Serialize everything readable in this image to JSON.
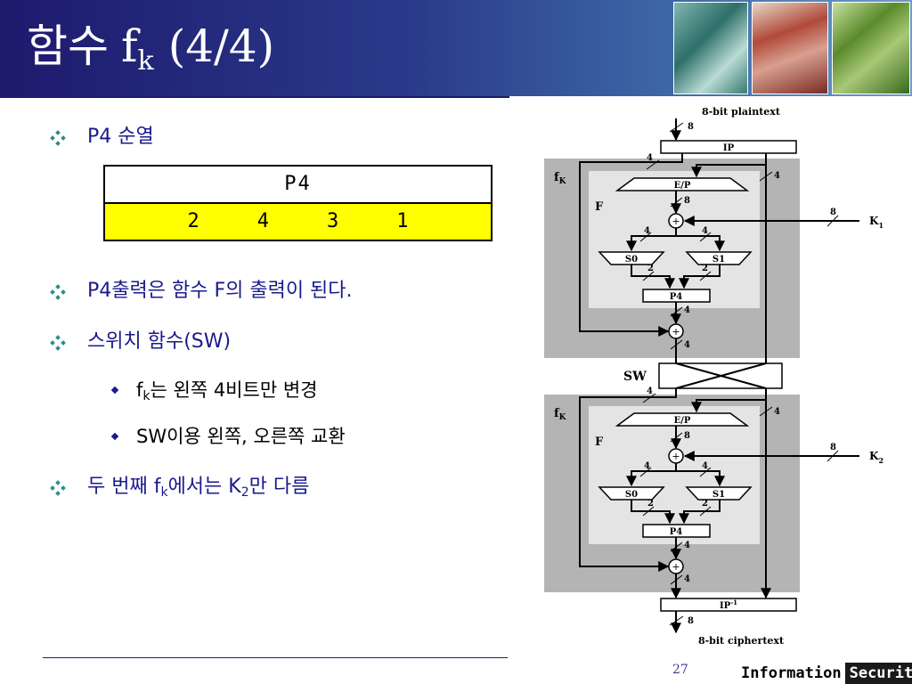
{
  "header": {
    "title_korean": "함수",
    "title_f": "f",
    "title_sub": "k",
    "title_paren": "(4/4)"
  },
  "p4_table": {
    "header": "P4",
    "values": [
      "2",
      "4",
      "3",
      "1"
    ],
    "header_bg": "#ffffff",
    "row_bg": "#ffff00"
  },
  "bullets": {
    "b1": "P4 순열",
    "b2": "P4출력은 함수 F의 출력이 된다.",
    "b3": "스위치 함수(SW)",
    "b3a_pre": "f",
    "b3a_sub": "k",
    "b3a_post": "는 왼쪽 4비트만 변경",
    "b3b": "SW이용 왼쪽, 오른쪽 교환",
    "b4_pre": "두 번째 f",
    "b4_sub1": "k",
    "b4_mid": "에서는 K",
    "b4_sub2": "2",
    "b4_post": "만 다름"
  },
  "diagram": {
    "plaintext_label": "8-bit plaintext",
    "ciphertext_label": "8-bit ciphertext",
    "ip_label": "IP",
    "ip_inv_label": "IP",
    "ip_inv_sup": "-1",
    "fk_label": "f",
    "fk_sub": "K",
    "f_label": "F",
    "ep_label": "E/P",
    "s0_label": "S0",
    "s1_label": "S1",
    "p4_label": "P4",
    "sw_label": "SW",
    "k1_label": "K",
    "k1_sub": "1",
    "k2_label": "K",
    "k2_sub": "2",
    "xor_symbol": "+",
    "width_8": "8",
    "width_4": "4",
    "width_2": "2"
  },
  "footer": {
    "page_number": "27",
    "brand_left": "Information",
    "brand_right": "Security"
  },
  "colors": {
    "header_dark": "#1e1a6e",
    "bullet_text": "#1a1a8c",
    "fk_panel": "#b4b4b4",
    "f_panel": "#e4e4e4"
  }
}
